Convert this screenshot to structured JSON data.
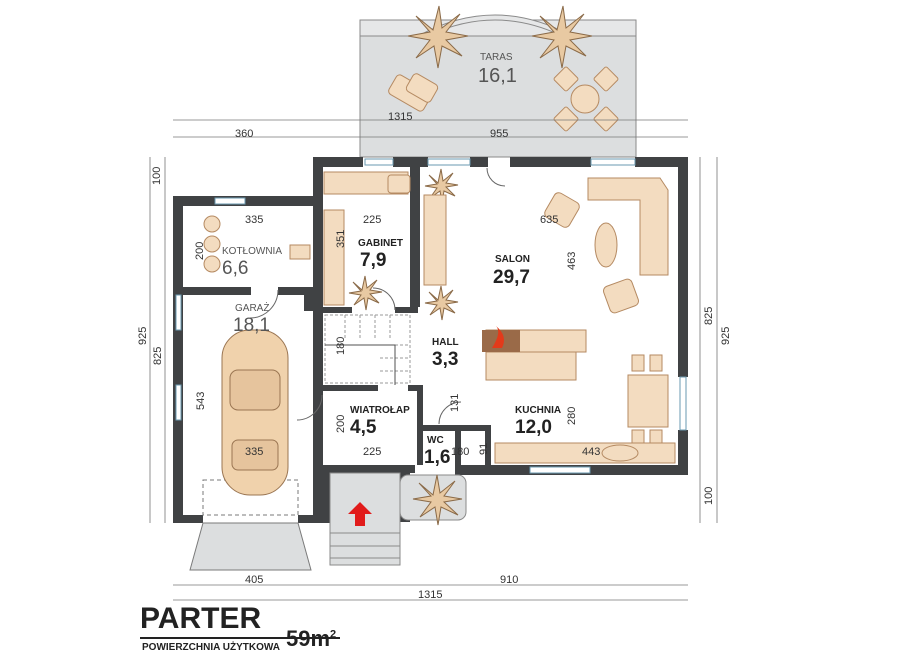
{
  "plan": {
    "rooms": [
      {
        "id": "taras",
        "name": "TARAS",
        "area": "16,1"
      },
      {
        "id": "kotlownia",
        "name": "KOTŁOWNIA",
        "area": "6,6"
      },
      {
        "id": "garaz",
        "name": "GARAŻ",
        "area": "18,1"
      },
      {
        "id": "gabinet",
        "name": "GABINET",
        "area": "7,9"
      },
      {
        "id": "salon",
        "name": "SALON",
        "area": "29,7"
      },
      {
        "id": "hall",
        "name": "HALL",
        "area": "3,3"
      },
      {
        "id": "wiatrolap",
        "name": "WIATROŁAP",
        "area": "4,5"
      },
      {
        "id": "kuchnia",
        "name": "KUCHNIA",
        "area": "12,0"
      },
      {
        "id": "wc",
        "name": "WC",
        "area": "1,6"
      }
    ],
    "dimensions": {
      "taras_width": "1315",
      "top_left": "360",
      "top_right": "955",
      "left_top": "100",
      "left_outer": "925",
      "left_inner": "825",
      "right_inner": "825",
      "right_outer": "925",
      "right_bottom": "100",
      "bottom_left": "405",
      "bottom_right": "910",
      "bottom_total": "1315",
      "kotlownia_width": "335",
      "kotlownia_depth": "200",
      "garaz_width": "335",
      "garaz_depth": "543",
      "gabinet_width": "225",
      "gabinet_depth": "351",
      "salon_width": "635",
      "salon_depth": "463",
      "hall_depth": "180",
      "wiatrolap_width": "225",
      "wiatrolap_depth": "200",
      "wc_width": "180",
      "wc_depth": "91",
      "door_depth": "131",
      "kuchnia_depth": "280",
      "kuchnia_width": "443"
    }
  },
  "footer": {
    "title": "PARTER",
    "subtitle": "POWIERZCHNIA UŻYTKOWA",
    "area_value": "59m",
    "area_unit_sup": "2"
  }
}
